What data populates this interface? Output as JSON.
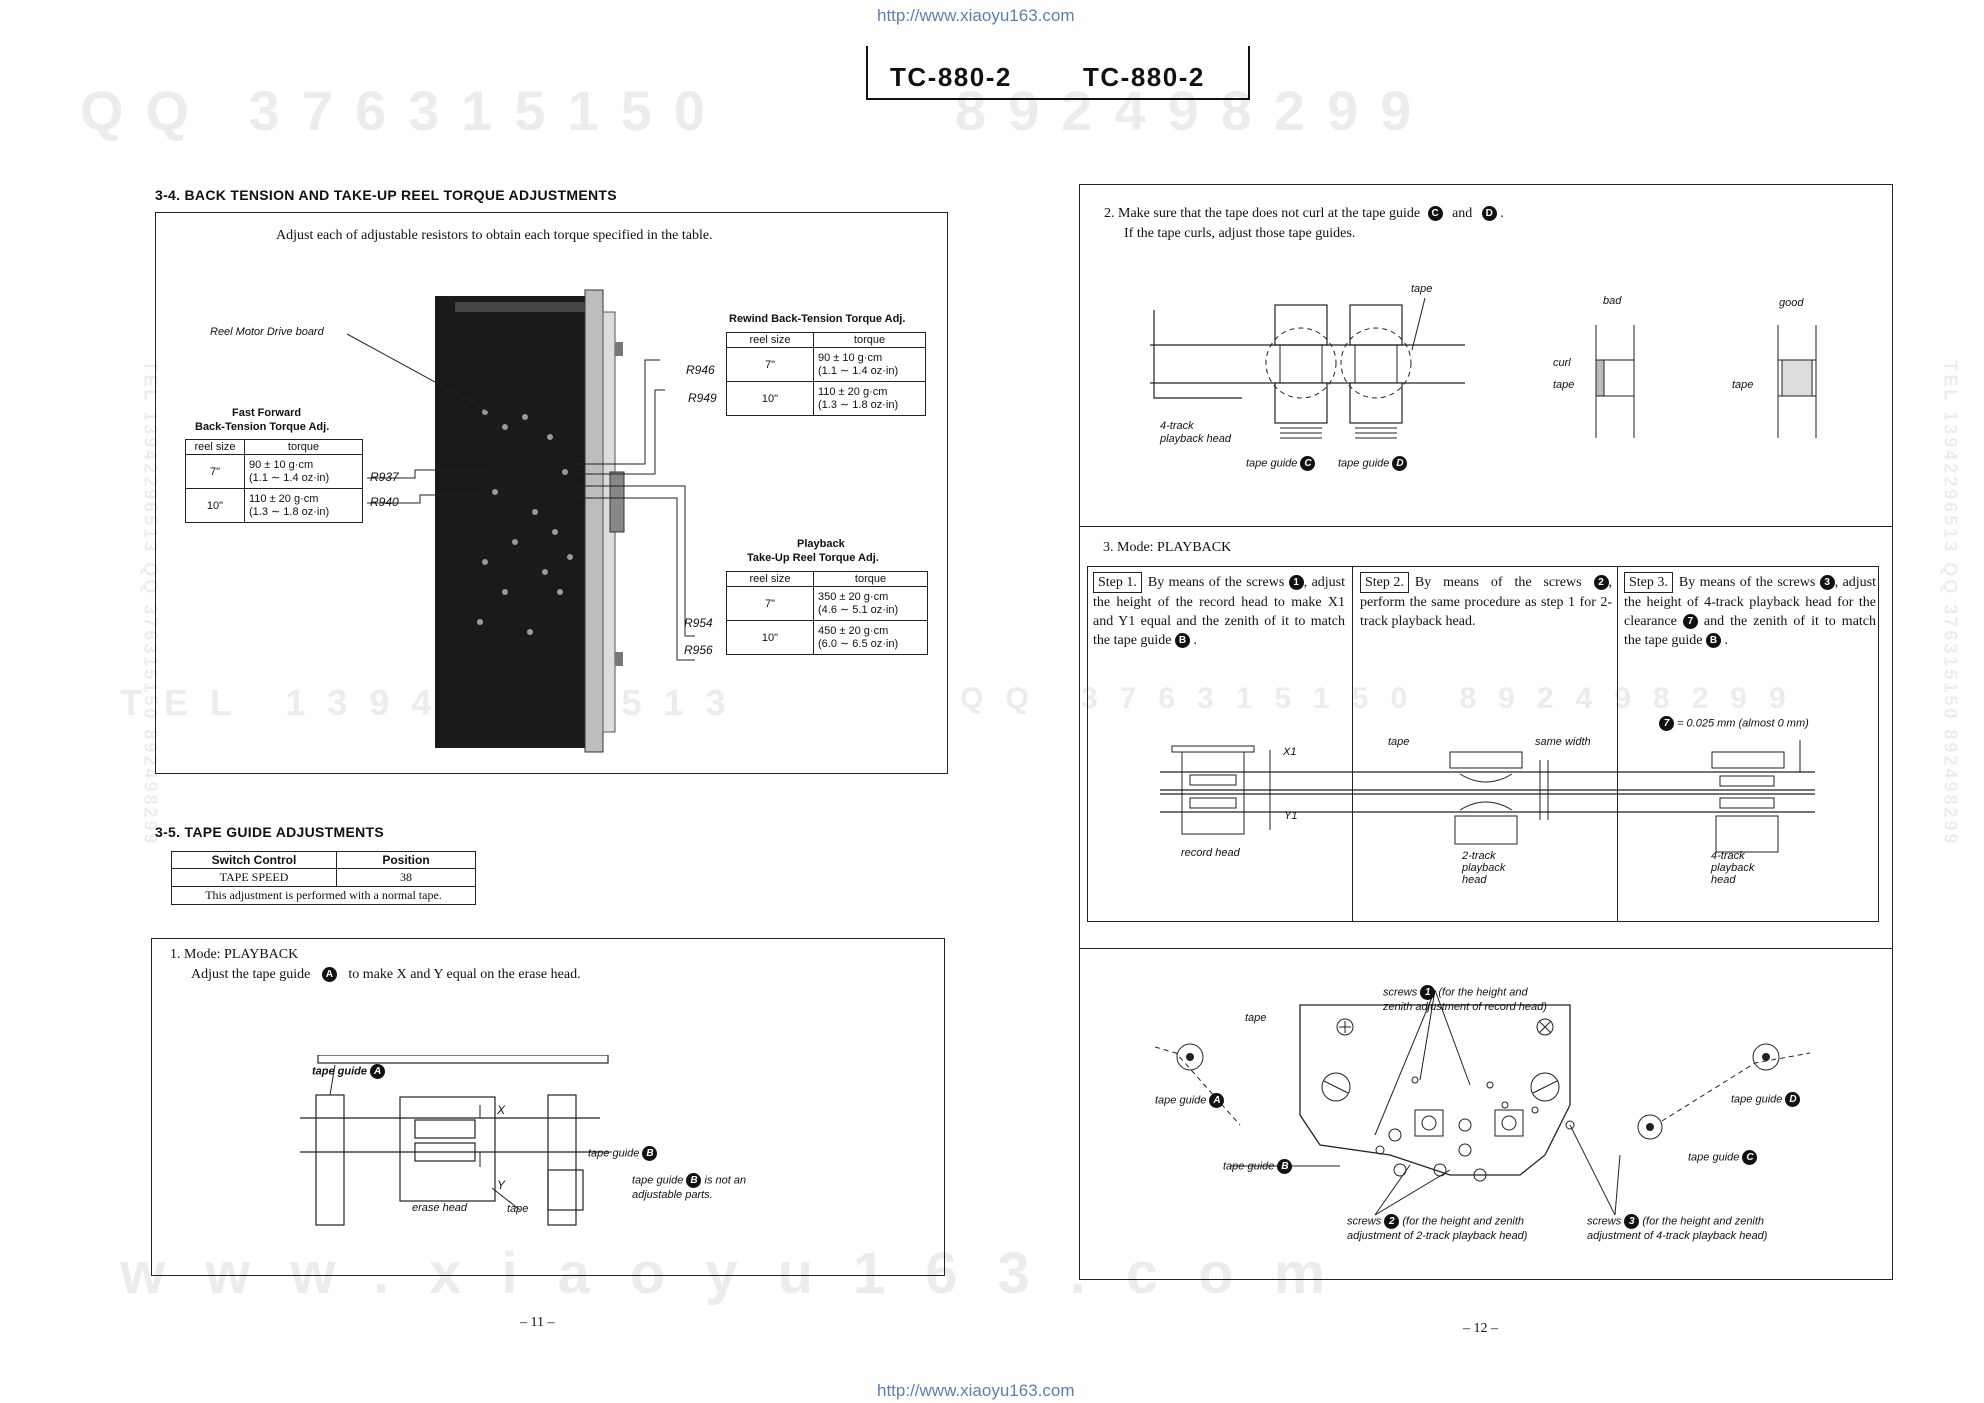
{
  "header": {
    "url_top": "http://www.xiaoyu163.com",
    "url_bottom": "http://www.xiaoyu163.com",
    "model_left": "TC-880-2",
    "model_right": "TC-880-2"
  },
  "watermarks": {
    "qq": "QQ 376315150",
    "qq2": "892498299",
    "tel": "TEL 13942296513",
    "qq_mid": "QQ 376315150 892498299",
    "www": "www.xiaoyu163.com",
    "side_left": "TEL 13942296513  QQ 376315150  892498299",
    "side_right": "TEL 13942296513  QQ 376315150  892498299"
  },
  "section34": {
    "title": "3-4.  BACK TENSION AND TAKE-UP REEL TORQUE ADJUSTMENTS",
    "intro": "Adjust each of adjustable resistors to obtain each torque specified in the table.",
    "reel_motor_label": "Reel Motor Drive board",
    "ff_title1": "Fast Forward",
    "ff_title2": "Back-Tension Torque Adj.",
    "rw_title": "Rewind Back-Tension Torque Adj.",
    "pb_title1": "Playback",
    "pb_title2": "Take-Up Reel Torque Adj.",
    "col_reel": "reel size",
    "col_torque": "torque",
    "ff_rows": [
      {
        "reel": "7\"",
        "t1": "90 ± 10 g·cm",
        "t2": "(1.1 ∼ 1.4 oz·in)",
        "res": "R937"
      },
      {
        "reel": "10\"",
        "t1": "110 ± 20 g·cm",
        "t2": "(1.3 ∼ 1.8 oz·in)",
        "res": "R940"
      }
    ],
    "rw_rows": [
      {
        "reel": "7\"",
        "t1": "90 ± 10 g·cm",
        "t2": "(1.1 ∼ 1.4 oz·in)",
        "res": "R946"
      },
      {
        "reel": "10\"",
        "t1": "110 ± 20 g·cm",
        "t2": "(1.3 ∼ 1.8 oz·in)",
        "res": "R949"
      }
    ],
    "pb_rows": [
      {
        "reel": "7\"",
        "t1": "350 ± 20 g·cm",
        "t2": "(4.6 ∼ 5.1 oz·in)",
        "res": "R954"
      },
      {
        "reel": "10\"",
        "t1": "450 ± 20 g·cm",
        "t2": "(6.0 ∼ 6.5 oz·in)",
        "res": "R956"
      }
    ]
  },
  "section35": {
    "title": "3-5.  TAPE GUIDE ADJUSTMENTS",
    "col_switch": "Switch Control",
    "col_position": "Position",
    "row_switch": "TAPE SPEED",
    "row_position": "38",
    "note": "This adjustment is performed with a normal tape.",
    "mode1_title": "1.  Mode: PLAYBACK",
    "mode1_text1": "Adjust the tape guide",
    "mode1_text2": "to make X and Y equal on the erase head.",
    "mark_a": "A",
    "label_tape_guide": "tape guide",
    "label_x": "X",
    "label_y": "Y",
    "label_erase_head": "erase head",
    "label_tape": "tape",
    "label_b": "B",
    "not_adjustable1": "is not an",
    "not_adjustable2": "adjustable parts.",
    "page": "– 11 –"
  },
  "right": {
    "step2_line1": "2.  Make sure that the tape does not curl at the tape guide",
    "step2_and": "and",
    "step2_line2": "If the tape curls, adjust those tape guides.",
    "mark_c": "C",
    "mark_d": "D",
    "label_tape": "tape",
    "label_4track": "4-track",
    "label_playback_head": "playback head",
    "label_tape_guide": "tape guide",
    "label_bad": "bad",
    "label_good": "good",
    "label_curl": "curl",
    "mode3_title": "3.  Mode: PLAYBACK",
    "step1_label": "Step 1.",
    "step1_text_a": "By means of the screws",
    "step1_text_b": "adjust the height of the record head to make X1 and Y1 equal and the zenith of it to match the tape guide",
    "step2_label": "Step 2.",
    "step2_text_a": "By means of the screws",
    "step2_text_b": "perform the same procedure as step 1 for 2-track playback head.",
    "step3_label": "Step 3.",
    "step3_text_a": "By means of the screws",
    "step3_text_b": "adjust the height of 4-track playback head for the clearance",
    "step3_text_c": "and the zenith of it to match the tape guide",
    "n1": "1",
    "n2": "2",
    "n3": "3",
    "n7": "7",
    "mark_b": "B",
    "clearance": "= 0.025 mm (almost 0 mm)",
    "label_x1": "X1",
    "label_y1": "Y1",
    "label_same_width": "same width",
    "label_record_head": "record head",
    "label_2track1": "2-track",
    "label_2track2": "playback",
    "label_2track3": "head",
    "label_4track1": "4-track",
    "label_4track2": "playback",
    "label_4track3": "head",
    "screws1_a": "screws",
    "screws1_b": "(for the height and",
    "screws1_c": "zenith adjustment of record head)",
    "screws2_a": "screws",
    "screws2_b": "(for the height and zenith",
    "screws2_c": "adjustment of 2-track playback head)",
    "screws3_a": "screws",
    "screws3_b": "(for the height and zenith",
    "screws3_c": "adjustment of 4-track playback head)",
    "page": "– 12 –"
  }
}
